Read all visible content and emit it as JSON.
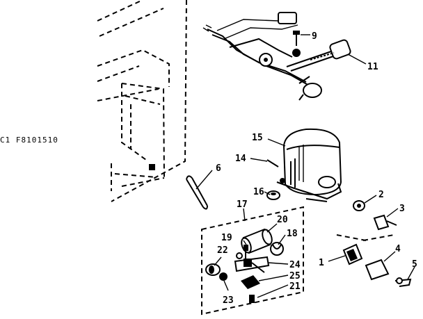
{
  "diagram": {
    "figure_code": "C1 F8101510",
    "callouts": {
      "c1": "1",
      "c2": "2",
      "c3": "3",
      "c4": "4",
      "c5": "5",
      "c6": "6",
      "c9": "9",
      "c11": "11",
      "c14": "14",
      "c15": "15",
      "c16": "16",
      "c17": "17",
      "c18": "18",
      "c19": "19",
      "c20": "20",
      "c21": "21",
      "c22": "22",
      "c23": "23",
      "c24": "24",
      "c25": "25"
    }
  }
}
